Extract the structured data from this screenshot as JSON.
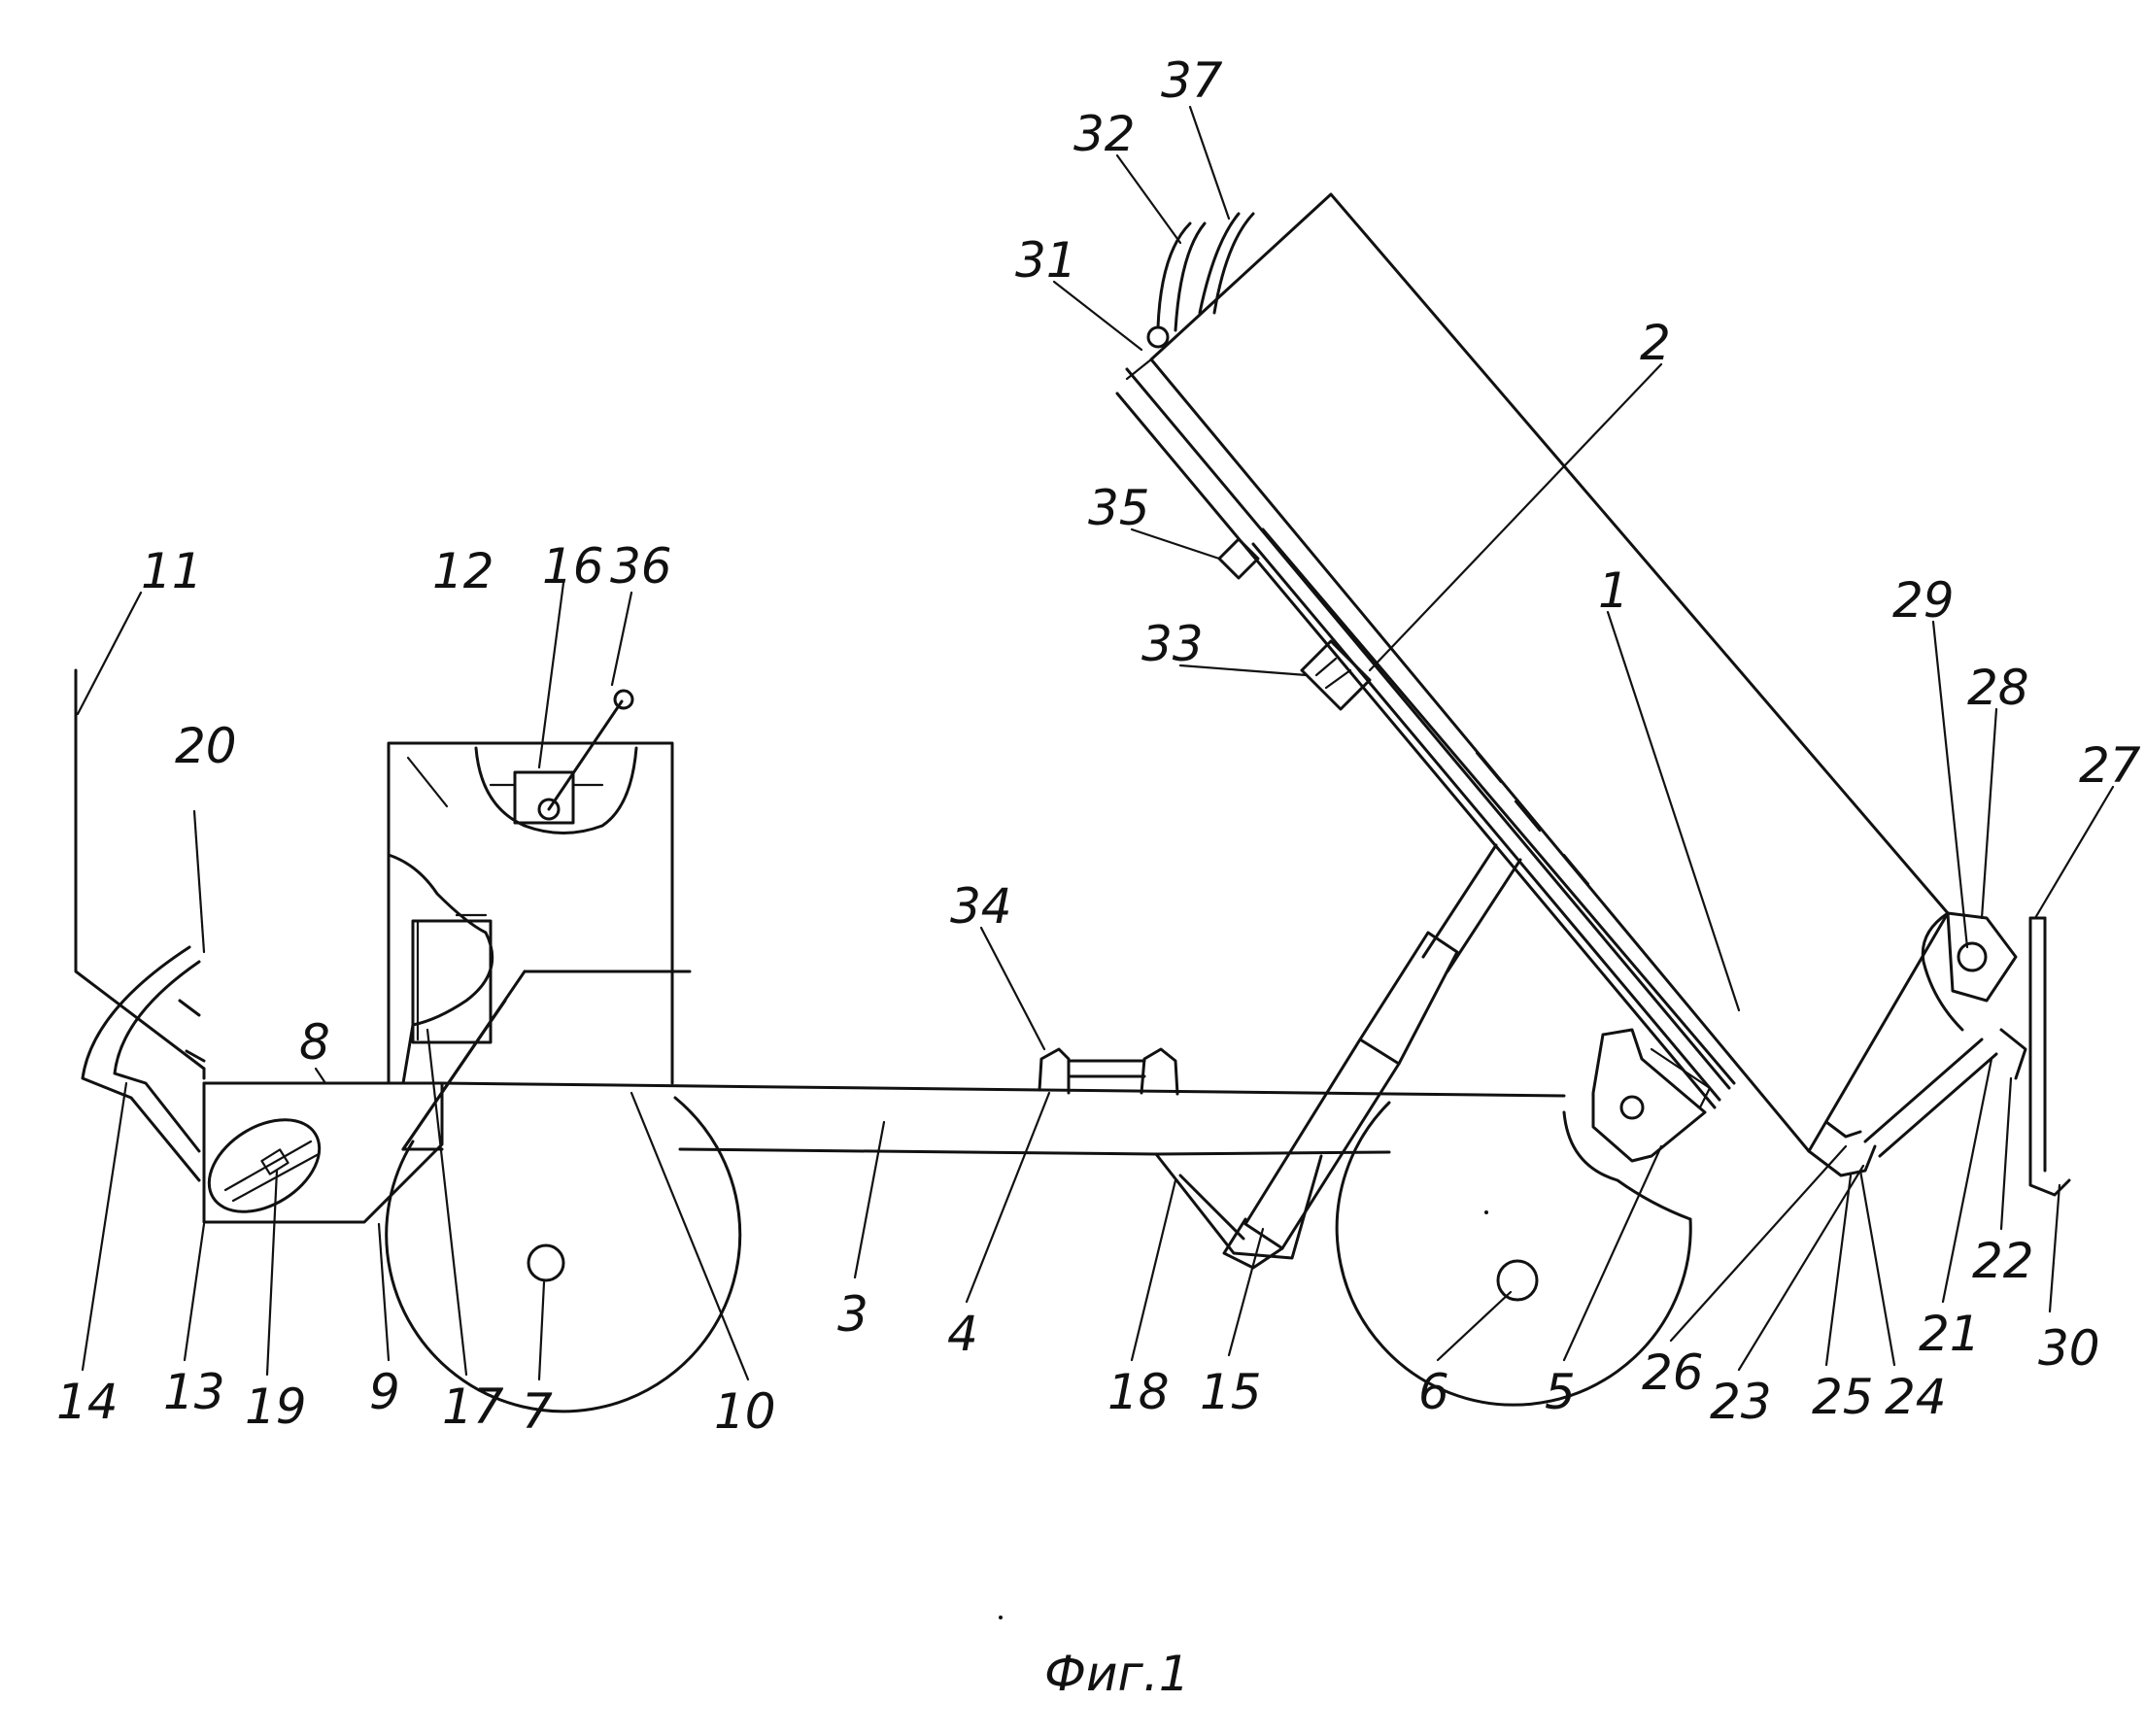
{
  "figure": {
    "caption": "Фиг.1"
  },
  "callouts": [
    "1",
    "2",
    "3",
    "4",
    "5",
    "6",
    "7",
    "8",
    "9",
    "10",
    "11",
    "12",
    "13",
    "14",
    "15",
    "16",
    "17",
    "18",
    "19",
    "20",
    "21",
    "22",
    "23",
    "24",
    "25",
    "26",
    "27",
    "28",
    "29",
    "30",
    "31",
    "32",
    "33",
    "34",
    "35",
    "36",
    "37"
  ]
}
